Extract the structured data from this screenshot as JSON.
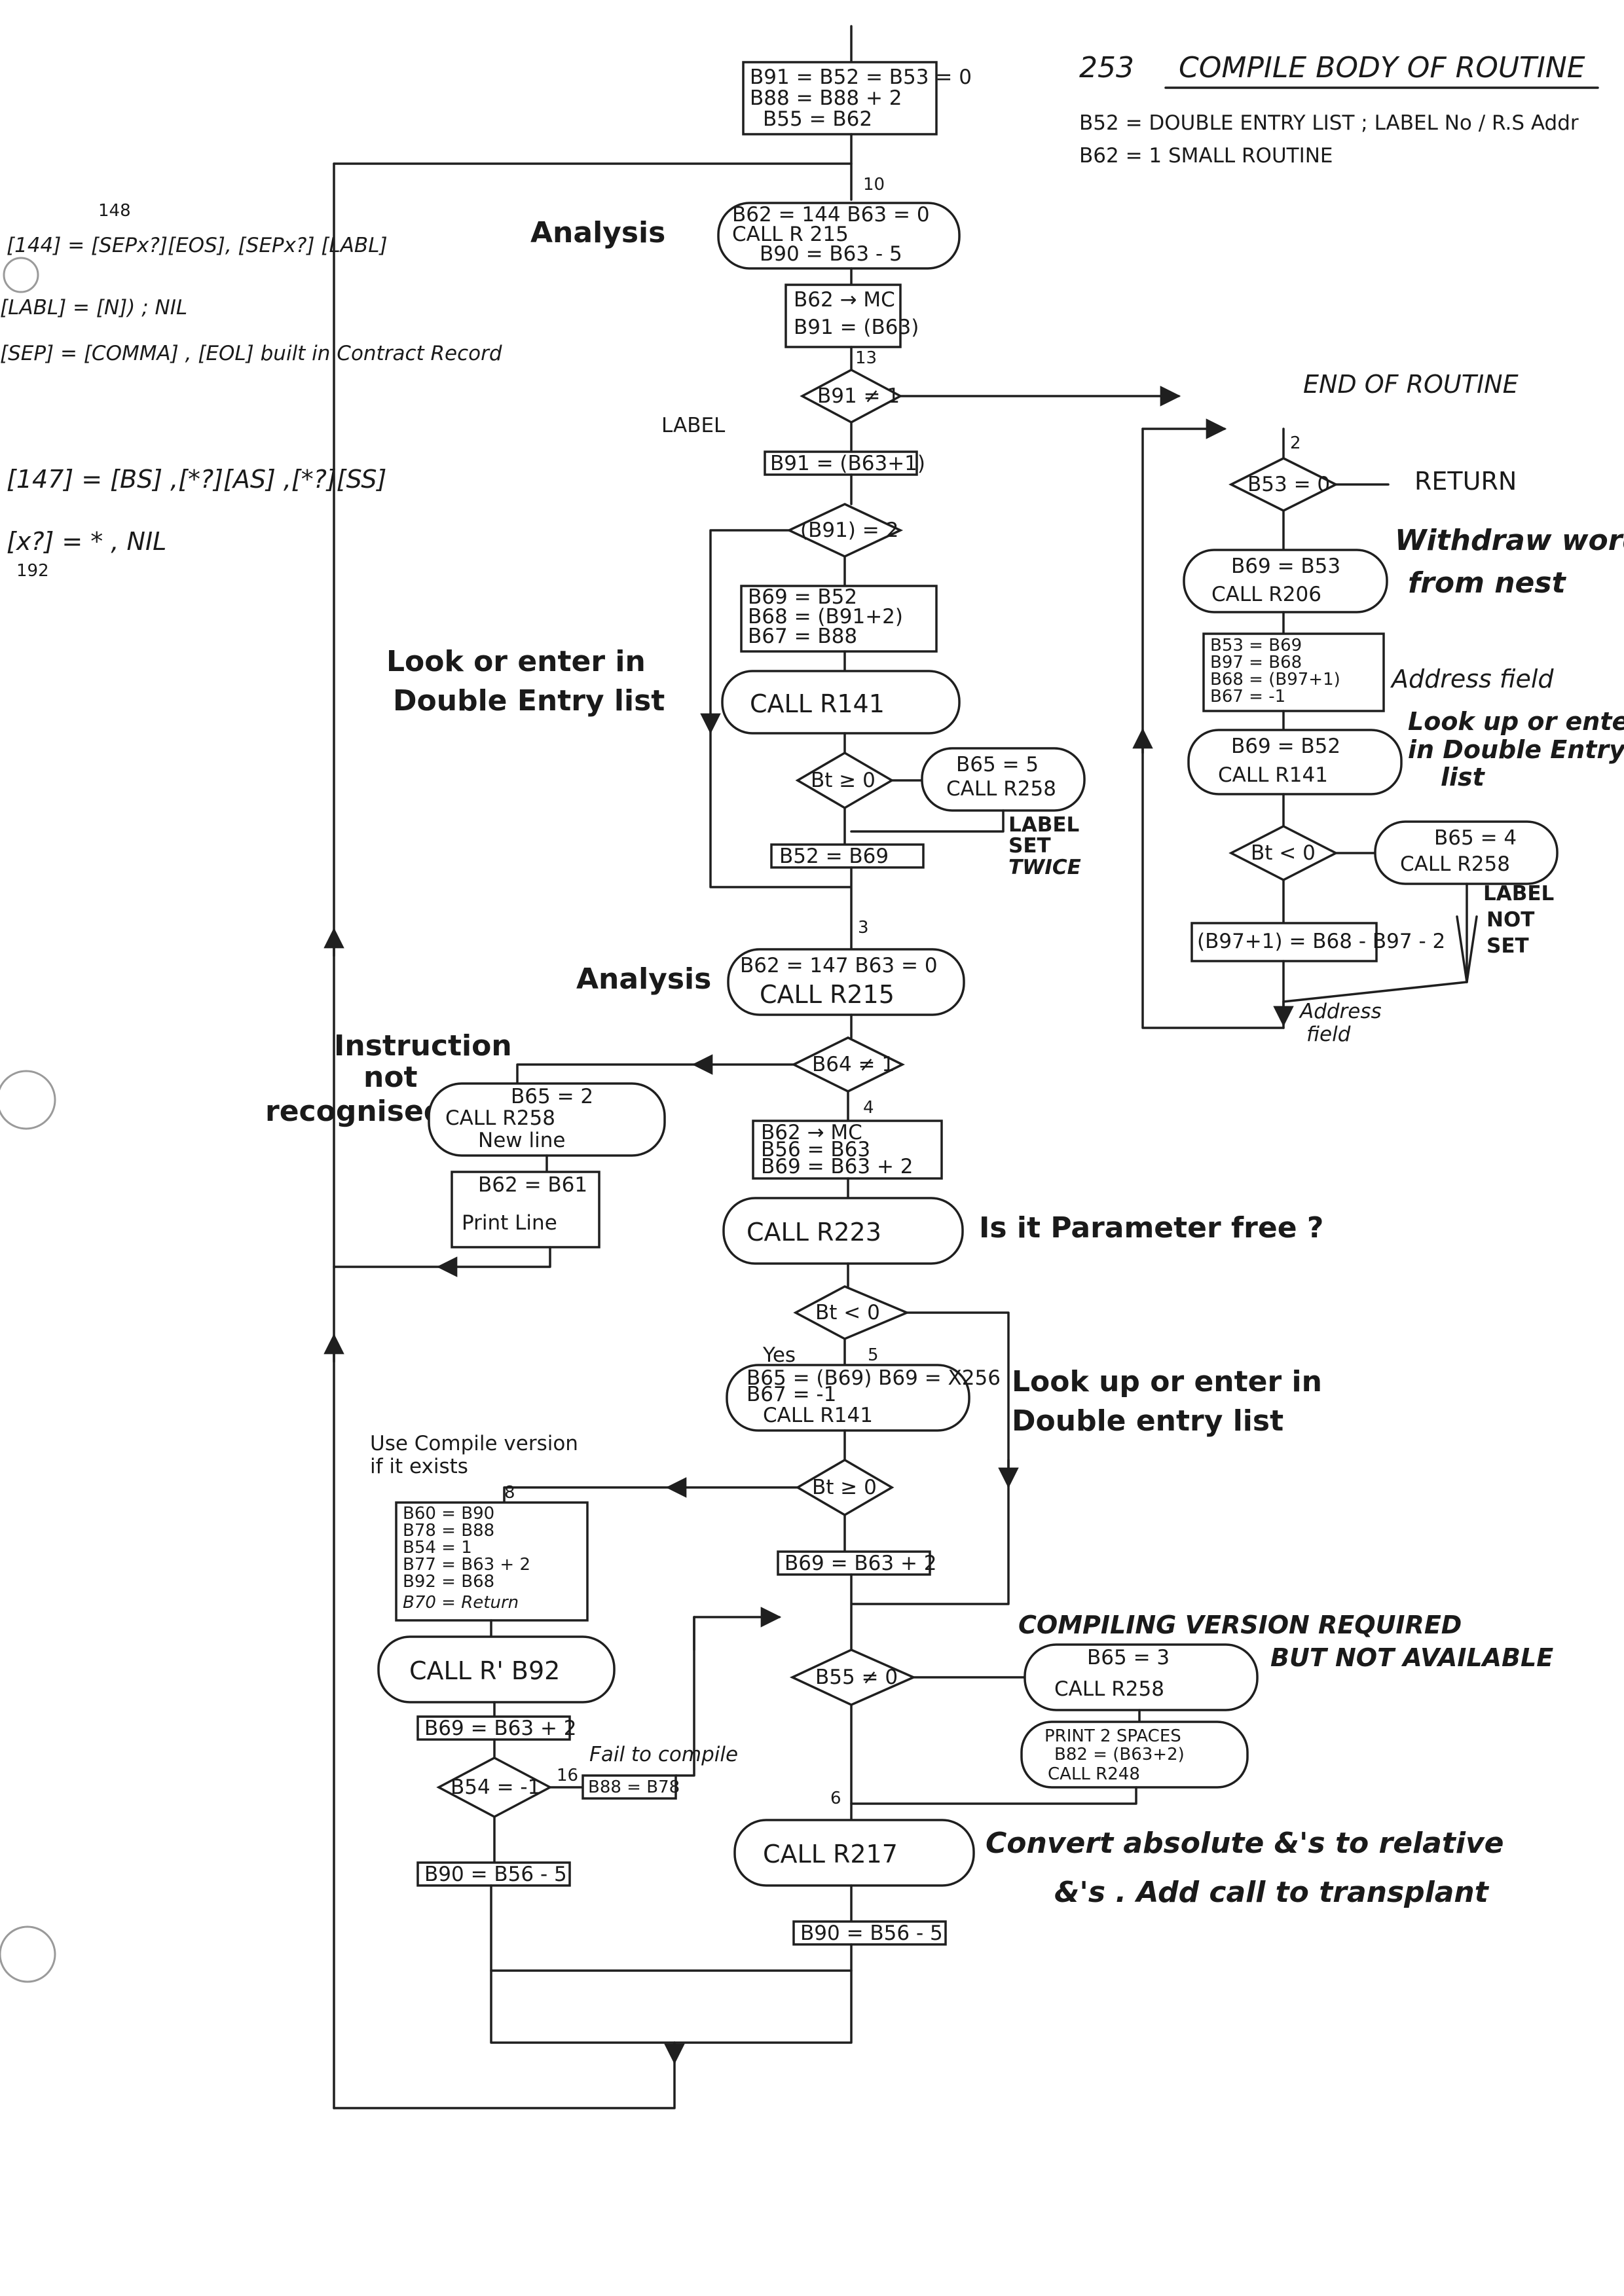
{
  "header": {
    "number": "253",
    "title": "COMPILE BODY OF ROUTINE",
    "note1": "B52 = DOUBLE ENTRY LIST ; LABEL No / R.S Addr",
    "note2": "B62 = 1   SMALL ROUTINE"
  },
  "grammar": {
    "superscript": "148",
    "r1": "[144] = [SEPx?][EOS], [SEPx?] [LABL]",
    "r2": "[LABL] = [N]) ; NIL",
    "r3": "[SEP] = [COMMA] , [EOL]  built in Contract Record",
    "r4": "[147] = [BS] ,[*?][AS] ,[*?][SS]",
    "r5": "[x?] = * , NIL",
    "subscript": "192"
  },
  "blocks": {
    "init": [
      "B91 = B52 = B53 = 0",
      "B88 = B88 + 2",
      "B55 = B62"
    ],
    "analysis1": [
      "B62 = 144    B63 = 0",
      "CALL  R 215",
      "B90 = B63 - 5"
    ],
    "mc1": [
      "B62 → MC",
      "B91 = (B63)"
    ],
    "d1": "B91 ≠ 1",
    "label_set": "B91 = (B63+1)",
    "d2": "(B91) = 2",
    "setup141": [
      "B69 = B52",
      "B68 = (B91+2)",
      "B67 = B88"
    ],
    "call141a": "CALL  R141",
    "d3": "Bt ≥ 0",
    "err5": [
      "B65 = 5",
      "CALL R258"
    ],
    "b52": "B52 = B69",
    "analysis2": [
      "B62 = 147    B63 = 0",
      "CALL   R215"
    ],
    "d4": "B64 ≠ 1",
    "err2": [
      "B65 = 2",
      "CALL  R258",
      "New line"
    ],
    "printline": [
      "B62 = B61",
      "Print  Line"
    ],
    "mc2": [
      "B62 → MC",
      "B56 = B63",
      "B69 = B63 + 2"
    ],
    "call223": "CALL   R223",
    "d5": "Bt < 0",
    "lookup2": [
      "B65 = (B69)   B69 = X256",
      "B67 = -1",
      "CALL   R141"
    ],
    "d6": "Bt ≥ 0",
    "b69a": "B69 = B63 + 2",
    "compile_setup": [
      "B60 = B90",
      "B78 = B88",
      "B54 = 1",
      "B77 = B63 + 2",
      "B92 = B68",
      "B70 = Return"
    ],
    "callb92": "CALL  R' B92",
    "b69b": "B69 = B63 + 2",
    "d7": "B54 = -1",
    "b88": "B88 = B78",
    "b90a": "B90 = B56 - 5",
    "d8": "B55 ≠ 0",
    "err3": [
      "B65 = 3",
      "CALL  R258"
    ],
    "print2": [
      "PRINT   2  SPACES",
      "B82 = (B63+2)",
      "CALL   R248"
    ],
    "call217": "CALL   R217",
    "b90b": "B90 = B56 - 5",
    "d9": "B53 = 0",
    "withdraw": [
      "B69 = B53",
      "CALL  R206"
    ],
    "addr": [
      "B53 = B69",
      "B97 = B68",
      "B68 = (B97+1)",
      "B67 = -1"
    ],
    "lookup3": [
      "B69 = B52",
      "CALL  R141"
    ],
    "d10": "Bt < 0",
    "err4": [
      "B65 = 4",
      "CALL R258"
    ],
    "b97": "(B97+1) = B68 - B97 - 2"
  },
  "labels": {
    "analysis": "Analysis",
    "analysis2": "Analysis",
    "label": "LABEL",
    "look_enter": [
      "Look or enter in",
      "Double Entry list"
    ],
    "label_set_twice": [
      "LABEL",
      "SET",
      "TWICE"
    ],
    "instr_not": [
      "Instruction",
      "not",
      "recognised"
    ],
    "param_free": "Is it Parameter free ?",
    "yes": "Yes",
    "lookup_enter": [
      "Look up or enter  in",
      "Double entry list"
    ],
    "use_compile": [
      "Use Compile  version",
      "if it exists"
    ],
    "fail_compile": "Fail to compile",
    "compiling_version": "COMPILING VERSION   REQUIRED",
    "but_not": "BUT NOT AVAILABLE",
    "convert": [
      "Convert absolute &'s to relative",
      "&'s . Add call to transplant"
    ],
    "end_routine": "END OF ROUTINE",
    "return": "RETURN",
    "withdraw_word": [
      "Withdraw word",
      "from nest"
    ],
    "address_field": "Address field",
    "lookup_enter2": [
      "Look up or enter",
      "in Double Entry",
      "list"
    ],
    "label_not_set": [
      "LABEL",
      "NOT",
      "SET"
    ],
    "address_field2": [
      "Address",
      "field"
    ],
    "n10": "10",
    "n13": "13",
    "n2": "2",
    "n3": "3",
    "n4": "4",
    "n5": "5",
    "n8": "8",
    "n16": "16",
    "n6": "6"
  }
}
